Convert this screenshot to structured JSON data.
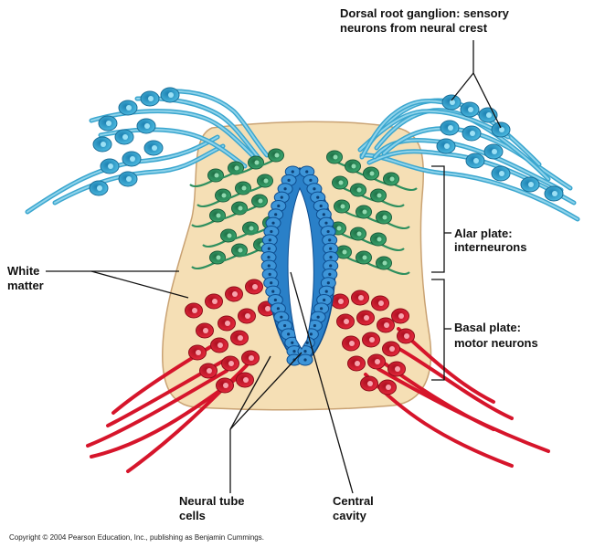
{
  "labels": {
    "drg_line1": "Dorsal root ganglion: sensory",
    "drg_line2": "neurons from neural crest",
    "alar_line1": "Alar plate:",
    "alar_line2": "interneurons",
    "basal_line1": "Basal plate:",
    "basal_line2": "motor neurons",
    "white_line1": "White",
    "white_line2": "matter",
    "ntc_line1": "Neural tube",
    "ntc_line2": "cells",
    "cc_line1": "Central",
    "cc_line2": "cavity"
  },
  "copyright": "Copyright © 2004 Pearson Education, Inc., publishing as Benjamin Cummings.",
  "colors": {
    "tissue": "#f5dfb5",
    "tissue_edge": "#c9a273",
    "sensory": "#3aa6cf",
    "sensory_light": "#8fd3ea",
    "interneuron": "#2e8f5e",
    "motor": "#d6152b",
    "neural_tube": "#2a80c8",
    "neural_tube_dark": "#0d4c8e"
  }
}
